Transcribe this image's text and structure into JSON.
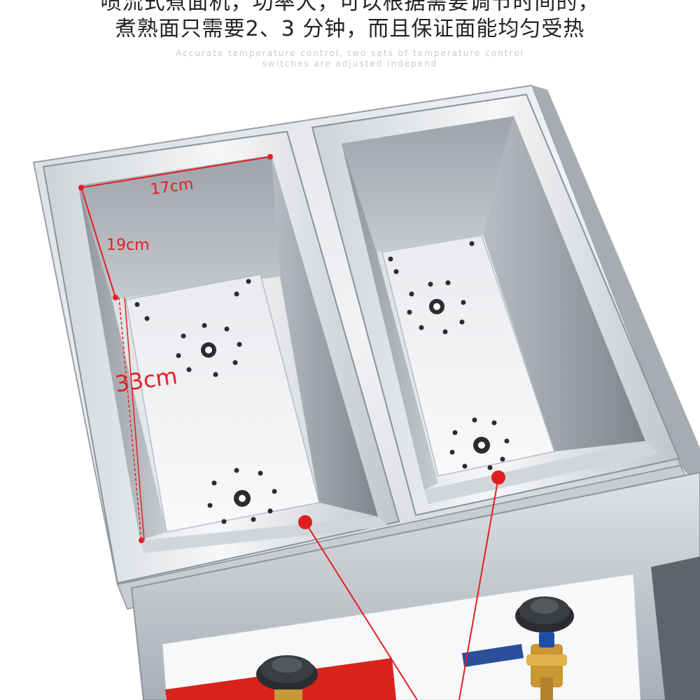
{
  "caption": {
    "line1": "喷流式煮面机，功率大，可以根据需要调节时间的，",
    "line2": "煮熟面只需要2、3 分钟，而且保证面能均匀受热",
    "english_line1": "Accurate temperature control, two sets of temperature control",
    "english_line2": "switches are adjusted independ"
  },
  "dimensions": {
    "width": "17cm",
    "depth": "19cm",
    "length": "33cm"
  },
  "colors": {
    "annotation": "#e02020",
    "steel_light": "#eef0f3",
    "steel_mid": "#b9bdc3",
    "steel_dark": "#7a7f86"
  }
}
